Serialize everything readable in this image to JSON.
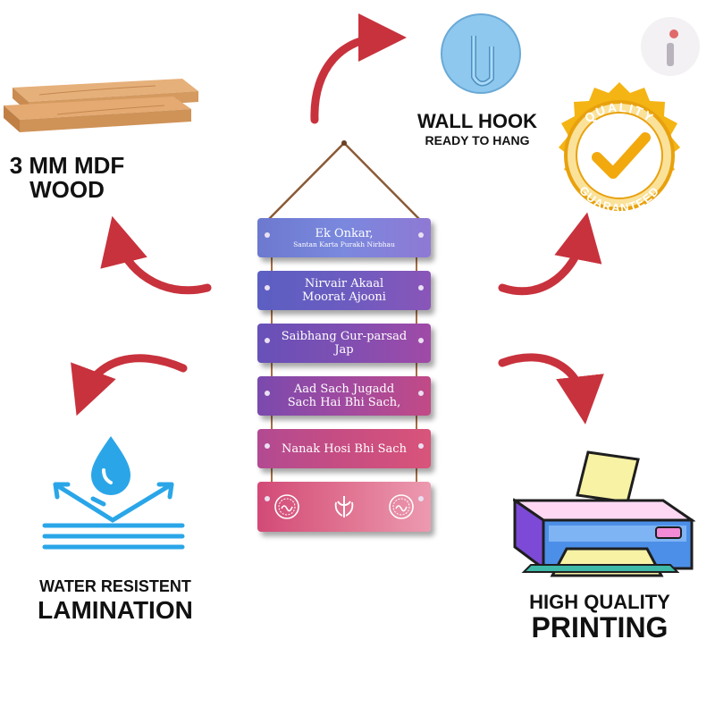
{
  "features": {
    "mdf": {
      "line1": "3 MM MDF",
      "line2": "WOOD",
      "icon": "wood-planks-icon"
    },
    "hook": {
      "title": "WALL HOOK",
      "subtitle": "READY TO HANG",
      "icon": "wall-hook-icon"
    },
    "quality": {
      "top_text": "QUALITY",
      "bottom_text": "GUARANTEED",
      "icon": "quality-seal-icon"
    },
    "water": {
      "line1": "WATER RESISTENT",
      "line2": "LAMINATION",
      "icon": "water-drop-icon"
    },
    "printing": {
      "line1": "HIGH QUALITY",
      "line2": "PRINTING",
      "icon": "printer-icon"
    }
  },
  "brand": {
    "letter": "i"
  },
  "sign": {
    "planks": [
      {
        "line1": "Ek Onkar,",
        "line2": "Santan Karta Purakh Nirbhau"
      },
      {
        "line1": "Nirvair Akaal",
        "line2": "Moorat Ajooni"
      },
      {
        "line1": "Saibhang Gur-parsad",
        "line2": "Jap"
      },
      {
        "line1": "Aad Sach Jugadd",
        "line2": "Sach Hai Bhi Sach,"
      },
      {
        "line1": "Nanak Hosi Bhi Sach"
      }
    ],
    "emblems": [
      "ik-onkar-icon",
      "khanda-icon",
      "ik-onkar-icon"
    ]
  },
  "colors": {
    "arrow": "#c8323c",
    "water_blue": "#2aa6e8",
    "seal_gold": "#f4b414",
    "sign_blue": "#6c79cf",
    "sign_pink": "#e07290"
  }
}
